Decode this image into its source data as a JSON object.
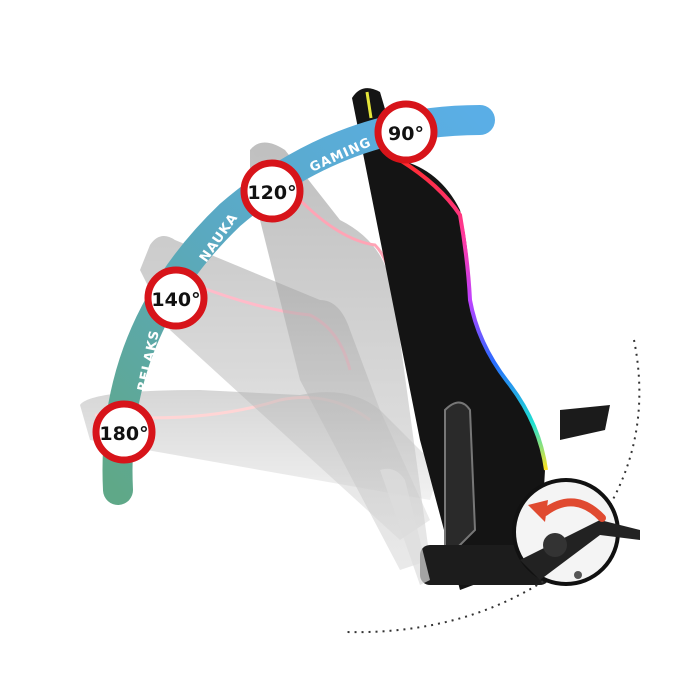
{
  "recline_positions": [
    {
      "angle_label": "180°",
      "mode": "RELAKS"
    },
    {
      "angle_label": "140°",
      "mode": "NAUKA"
    },
    {
      "angle_label": "120°",
      "mode": "GAMING"
    },
    {
      "angle_label": "90°"
    }
  ],
  "colors": {
    "arc_start": "#5fa888",
    "arc_end": "#5aaee6",
    "badge_ring": "#d7141a",
    "chair": "#141414",
    "ghost_chair": "#9a9a9a",
    "rotation_arrow": "#e04a30"
  },
  "icons": [
    "recline-lever-rotation-arrow-icon"
  ]
}
